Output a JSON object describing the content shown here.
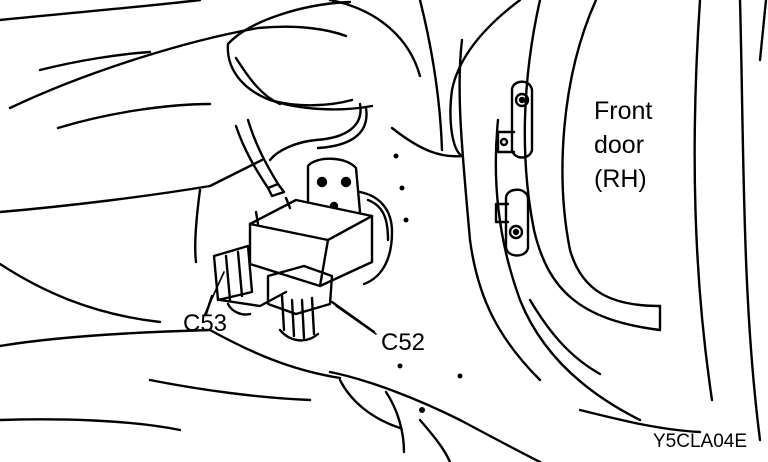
{
  "labels": {
    "door_line1": "Front",
    "door_line2": "door",
    "door_line3": "(RH)",
    "connector_left": "C53",
    "connector_right": "C52",
    "figure_code": "Y5CLA04E"
  },
  "colors": {
    "ink": "#000000",
    "paper": "#ffffff"
  }
}
